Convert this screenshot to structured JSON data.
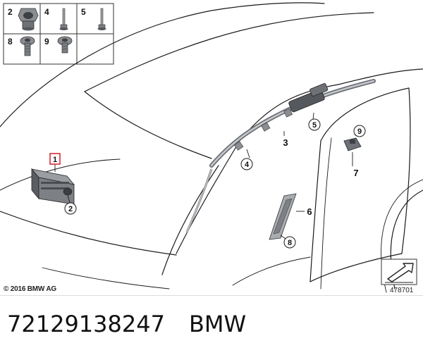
{
  "parts_grid": {
    "cells": [
      {
        "label": "2",
        "icon": "nut-icon"
      },
      {
        "label": "4",
        "icon": "rivet-icon"
      },
      {
        "label": "5",
        "icon": "rivet-icon"
      },
      {
        "label": "8",
        "icon": "bolt-icon"
      },
      {
        "label": "9",
        "icon": "bolt-icon"
      }
    ]
  },
  "callouts": [
    {
      "label": "1",
      "style": "red-box"
    },
    {
      "label": "2",
      "style": "circle"
    },
    {
      "label": "3",
      "style": "plain"
    },
    {
      "label": "4",
      "style": "circle"
    },
    {
      "label": "5",
      "style": "circle"
    },
    {
      "label": "6",
      "style": "plain"
    },
    {
      "label": "7",
      "style": "plain"
    },
    {
      "label": "8",
      "style": "circle"
    },
    {
      "label": "9",
      "style": "circle"
    }
  ],
  "copyright": "© 2016 BMW AG",
  "drawing_number": "478701",
  "caption": {
    "part_number": "72129138247",
    "brand": "BMW"
  },
  "colors": {
    "line": "#1a1a1a",
    "highlight_box": "#d0202a",
    "part_fill": "#7d8085",
    "part_dark": "#4a4d52"
  }
}
